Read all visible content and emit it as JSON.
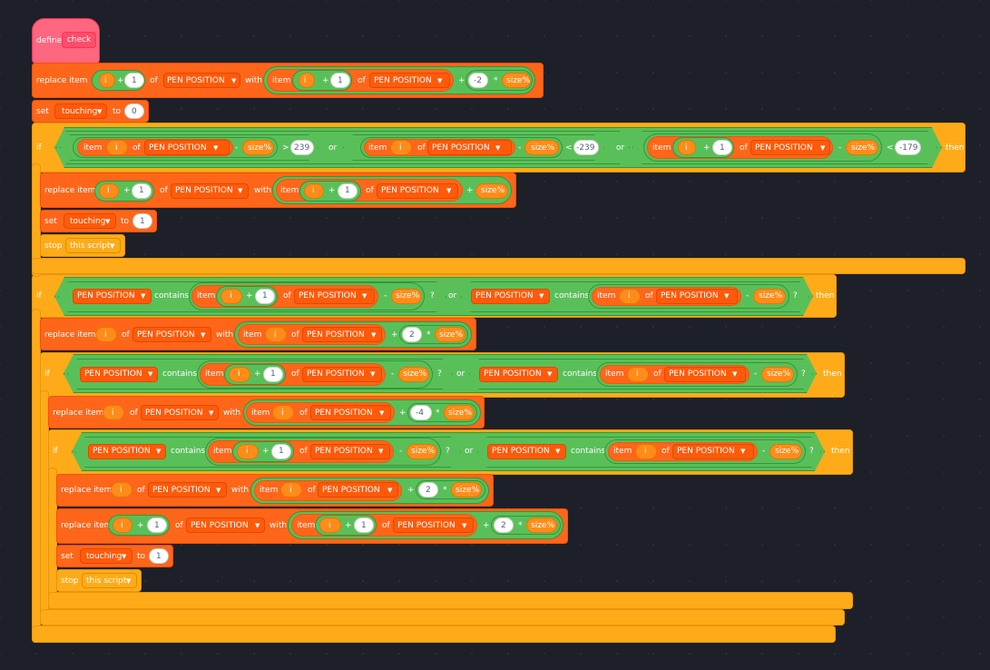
{
  "define": {
    "keyword": "define",
    "name": "check"
  },
  "w": {
    "replace_item": "replace item",
    "item": "item",
    "of": "of",
    "with": "with",
    "set": "set",
    "to": "to",
    "if": "if",
    "then": "then",
    "or": "or",
    "contains": "contains",
    "stop": "stop"
  },
  "ops": {
    "plus": "+",
    "minus": "-",
    "times": "*",
    "gt": ">",
    "lt": "<",
    "q": "?"
  },
  "vars": {
    "i": "i",
    "size": "size%"
  },
  "lists": {
    "pen_position": "PEN POSITION"
  },
  "menu": {
    "touching": "touching",
    "this_script": "this script"
  },
  "nums": {
    "one": "1",
    "zero": "0",
    "two": "2",
    "neg2": "-2",
    "neg4": "-4",
    "n239": "239",
    "neg239": "-239",
    "neg179": "-179"
  },
  "icons": {
    "dropdown": "dropdown-caret-icon",
    "caret_glyph": "▼"
  },
  "colors": {
    "background": "#1d2029",
    "events_pink": "#ff6680",
    "variables_orange": "#ff661a",
    "control_yellow": "#ffab19",
    "operators_green": "#59c059"
  }
}
